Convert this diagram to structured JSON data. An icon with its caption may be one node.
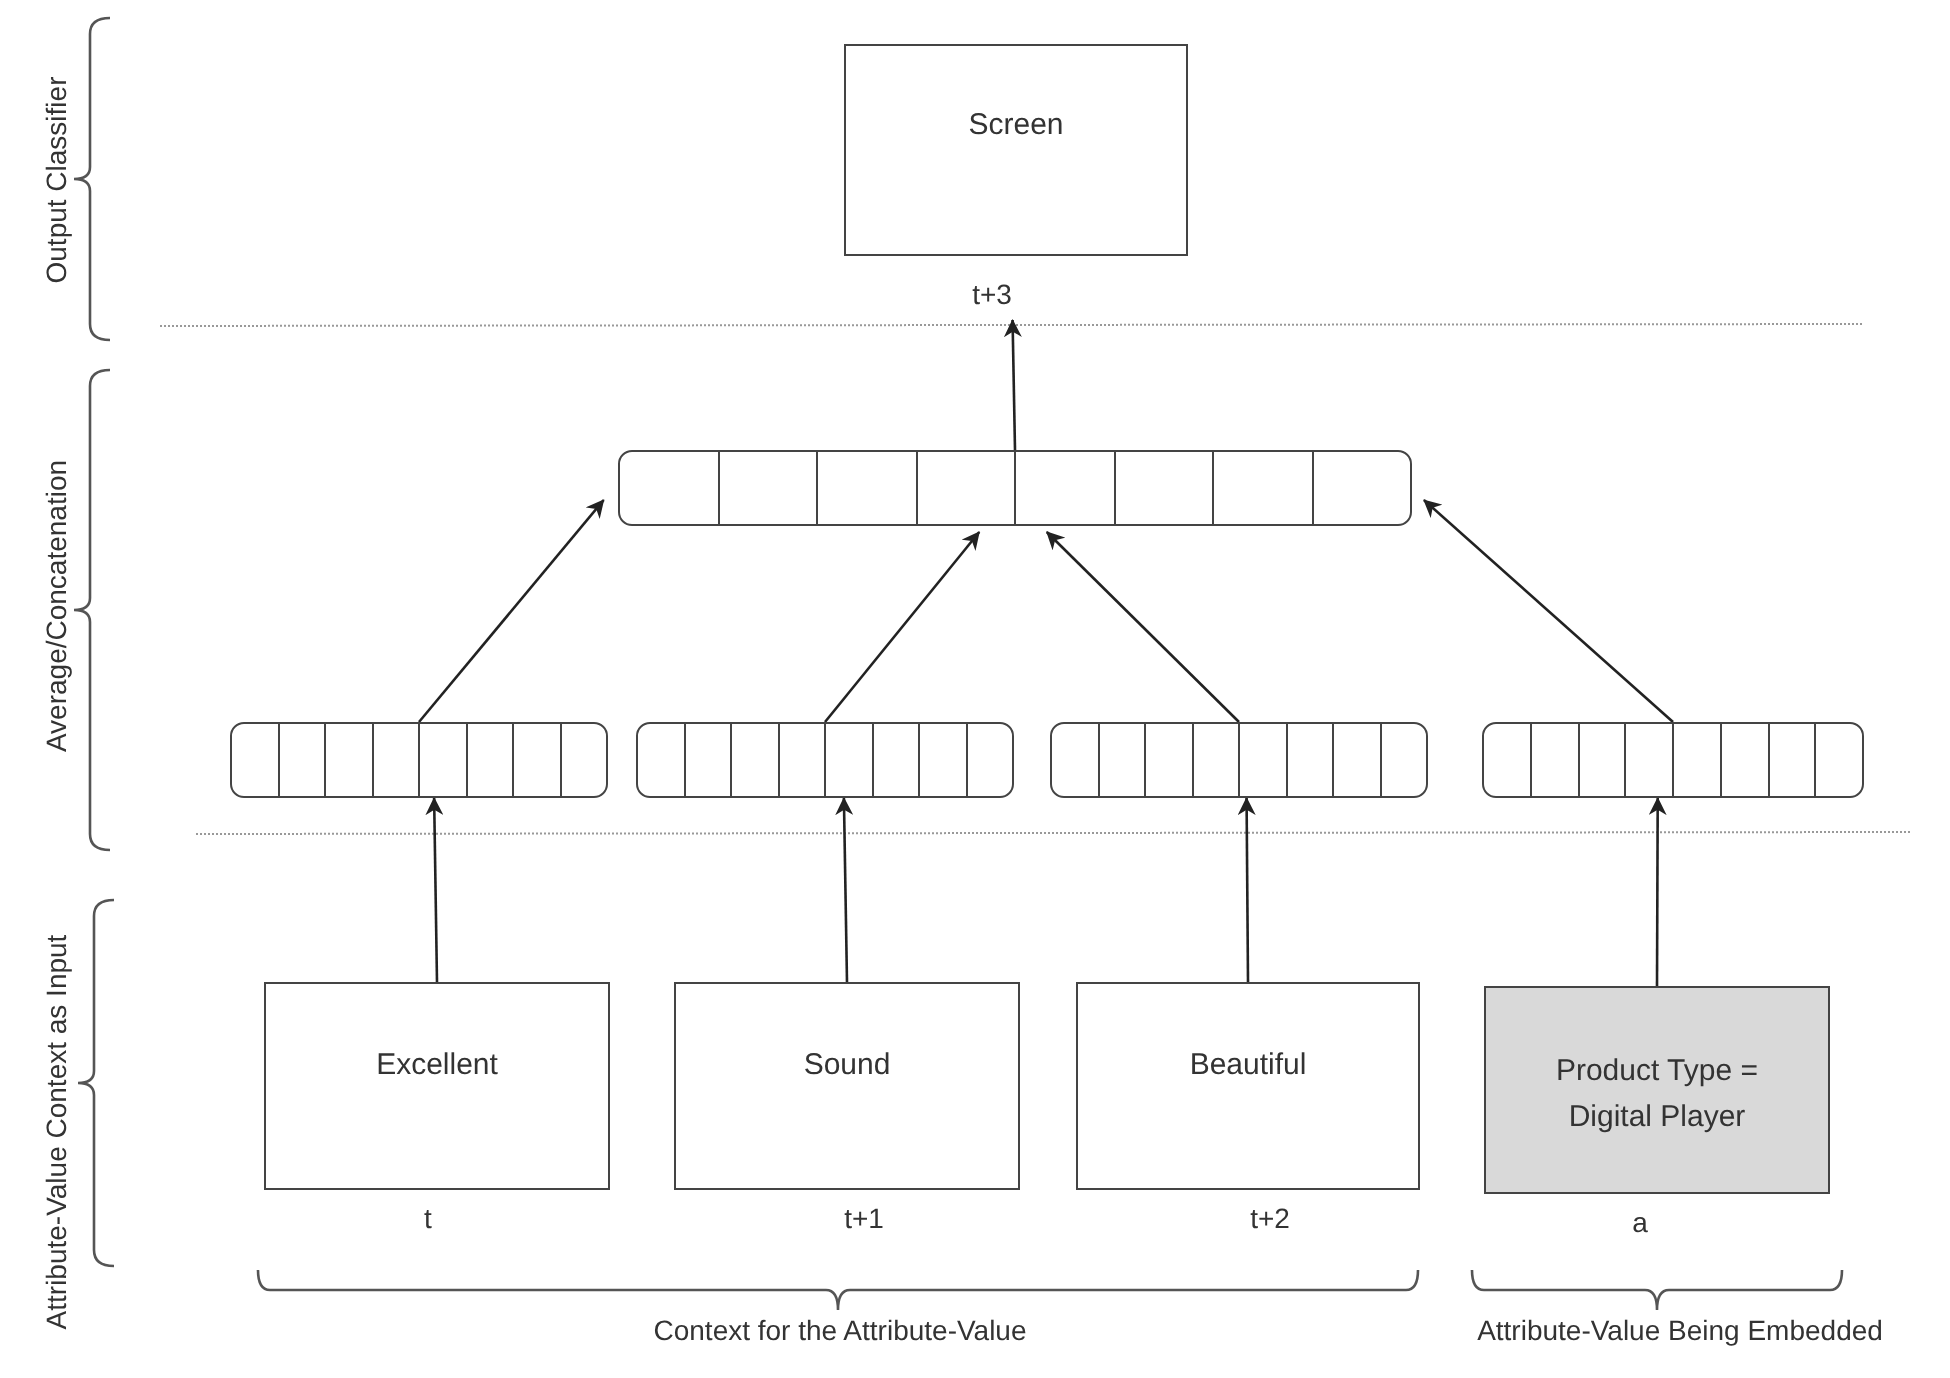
{
  "diagram": {
    "nodes": [
      {
        "text": [
          "Screen"
        ],
        "beside": [
          "t+3"
        ]
      },
      {
        "text": [],
        "shape": "bar"
      },
      {
        "text": [],
        "shape": "bar"
      },
      {
        "text": [],
        "shape": "bar"
      },
      {
        "text": [],
        "shape": "bar"
      },
      {
        "text": [],
        "shape": "bar"
      },
      {
        "text": [
          "Excellent"
        ],
        "beside": [
          "t"
        ]
      },
      {
        "text": [
          "Sound"
        ],
        "beside": [
          "t+1"
        ]
      },
      {
        "text": [
          "Beautiful"
        ],
        "beside": [
          "t+2"
        ]
      },
      {
        "text": [
          "Product Type = Digital Player"
        ],
        "beside": [
          "a"
        ]
      }
    ],
    "edges": [
      {
        "from": 6,
        "to": 2,
        "arrow": "to"
      },
      {
        "from": 7,
        "to": 3,
        "arrow": "to"
      },
      {
        "from": 8,
        "to": 4,
        "arrow": "to"
      },
      {
        "from": 9,
        "to": 5,
        "arrow": "to"
      },
      {
        "from": 2,
        "to": 1,
        "arrow": "to"
      },
      {
        "from": 3,
        "to": 1,
        "arrow": "to"
      },
      {
        "from": 4,
        "to": 1,
        "arrow": "to"
      },
      {
        "from": 5,
        "to": 1,
        "arrow": "to"
      },
      {
        "from": 1,
        "to": 0,
        "arrow": "to"
      }
    ],
    "labels": [
      "Output Classifier",
      "Average/Concatenation",
      "Attribute-Value Context as Input",
      "Context for the Attribute-Value",
      "Attribute-Value Being Embedded"
    ]
  }
}
